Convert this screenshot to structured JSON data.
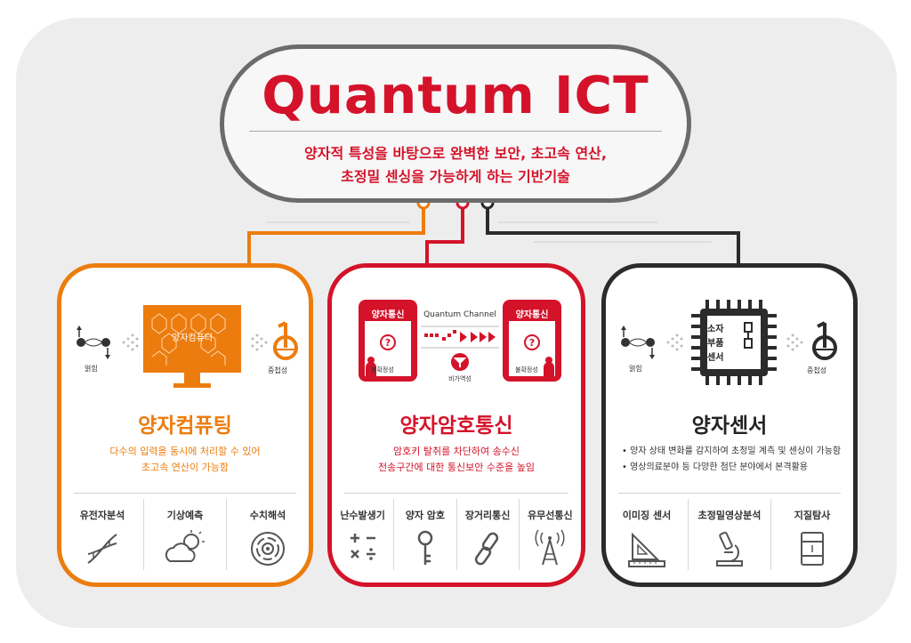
{
  "header": {
    "title": "Quantum ICT",
    "desc_line1": "양자적 특성을 바탕으로 완벽한 보안, 초고속 연산,",
    "desc_line2": "초정밀 센싱을 가능하게 하는 기반기술"
  },
  "colors": {
    "orange": "#ec7c0e",
    "red": "#d4132a",
    "dark": "#2b2b2b",
    "gray": "#6b6b6b"
  },
  "computing": {
    "title": "양자컴퓨팅",
    "icon_label": "양자컴퓨터",
    "left_caption": "얽힘",
    "right_caption": "중첩성",
    "desc_line1": "다수의 입력을 동시에 처리할 수 있어",
    "desc_line2": "초고속 연산이 가능함",
    "apps": [
      {
        "label": "유전자분석",
        "icon": "dna-icon"
      },
      {
        "label": "기상예측",
        "icon": "weather-icon"
      },
      {
        "label": "수치해석",
        "icon": "analysis-icon"
      }
    ]
  },
  "crypto": {
    "title": "양자암호통신",
    "left_box": "양자통신",
    "right_box": "양자통신",
    "left_caption": "불확정성",
    "right_caption": "불확정성",
    "channel": "Quantum Channel",
    "center_caption": "비가역성",
    "desc_line1": "암호키 탈취를 차단하여 송수신",
    "desc_line2": "전송구간에 대한 통신보안 수준을 높임",
    "apps": [
      {
        "label": "난수발생기",
        "icon": "math-icon"
      },
      {
        "label": "양자 암호",
        "icon": "key-icon"
      },
      {
        "label": "장거리통신",
        "icon": "link-icon"
      },
      {
        "label": "유무선통신",
        "icon": "tower-icon"
      }
    ]
  },
  "sensor": {
    "title": "양자센서",
    "chip_line1": "소자",
    "chip_line2": "부품",
    "chip_line3": "센서",
    "left_caption": "얽힘",
    "right_caption": "중첩성",
    "bullet1": "• 양자 상태 변화를 감지하여 초정밀 계측 및 센싱이 가능함",
    "bullet2": "• 영상의료분야 등 다양한 첨단 분야에서 본격활용",
    "apps": [
      {
        "label": "이미징 센서",
        "icon": "ruler-icon"
      },
      {
        "label": "초정밀영상분석",
        "icon": "microscope-icon"
      },
      {
        "label": "지질탐사",
        "icon": "barrel-icon"
      }
    ]
  }
}
